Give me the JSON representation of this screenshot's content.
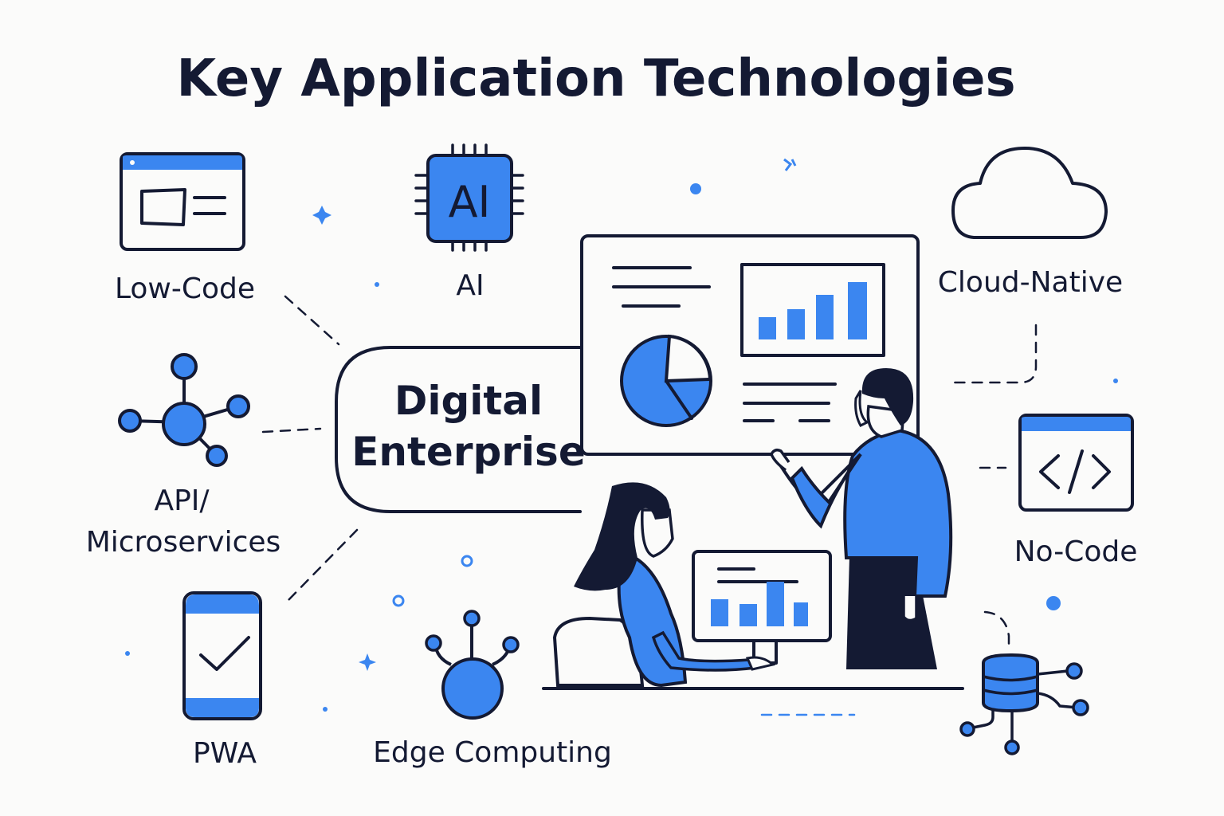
{
  "title": "Key Application Technologies",
  "hub": {
    "line1": "Digital",
    "line2": "Enterprise"
  },
  "technologies": {
    "low_code": "Low-Code",
    "ai": "AI",
    "ai_chip_text": "AI",
    "cloud_native": "Cloud-Native",
    "api_line1": "API/",
    "api_line2": "Microservices",
    "no_code": "No-Code",
    "pwa": "PWA",
    "edge_computing": "Edge Computing"
  },
  "icons": {
    "low_code": "browser-window-icon",
    "ai": "chip-icon",
    "cloud_native": "cloud-icon",
    "api": "network-nodes-icon",
    "no_code": "code-window-icon",
    "pwa": "phone-check-icon",
    "edge": "edge-node-icon",
    "database": "database-network-icon"
  },
  "colors": {
    "accent": "#3b86f0",
    "ink": "#141a33",
    "background": "#fbfbfa"
  }
}
